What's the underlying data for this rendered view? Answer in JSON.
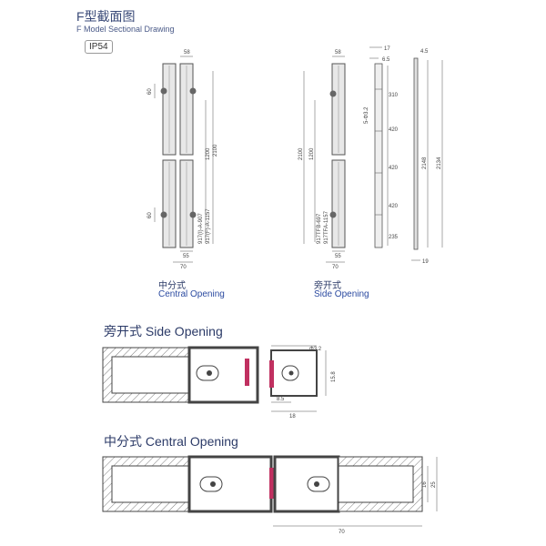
{
  "header": {
    "title_cn": "F型截面图",
    "title_en": "F Model Sectional Drawing",
    "badge": "IP54"
  },
  "captions": {
    "central_cn": "中分式",
    "central_en": "Central Opening",
    "side_cn": "旁开式",
    "side_en": "Side Opening"
  },
  "sections": {
    "side_title": "旁开式 Side Opening",
    "central_title": "中分式 Central Opening"
  },
  "dims": {
    "central": {
      "top_width": "58",
      "d60a": "60",
      "d60b": "60",
      "h1200": "1200",
      "h2100": "2100",
      "v1": "917(I)-A-907",
      "v2": "917(F)-A-1157",
      "w55": "55",
      "w70": "70"
    },
    "side": {
      "top_width": "58",
      "h2100": "2100",
      "h1200": "1200",
      "v1": "917TFB-697",
      "v2": "917TFA-1157",
      "w55": "55",
      "w70": "70",
      "hole": "5-Φ3.2",
      "d17": "17",
      "d65": "6.5",
      "s310": "310",
      "s420a": "420",
      "s420b": "420",
      "s420c": "420",
      "s235": "235",
      "d45": "4.5",
      "h2148": "2148",
      "h2134": "2134",
      "d19": "19"
    },
    "side_section": {
      "hole": "Φ3.2",
      "h158": "15.8",
      "w85": "8.5",
      "w18": "18"
    },
    "central_section": {
      "h16": "16",
      "h25": "25",
      "w70": "70"
    }
  },
  "colors": {
    "profile": "#4a4a4a",
    "seal": "#c03060",
    "title": "#3a4a78",
    "accent": "#2b4aa0"
  }
}
